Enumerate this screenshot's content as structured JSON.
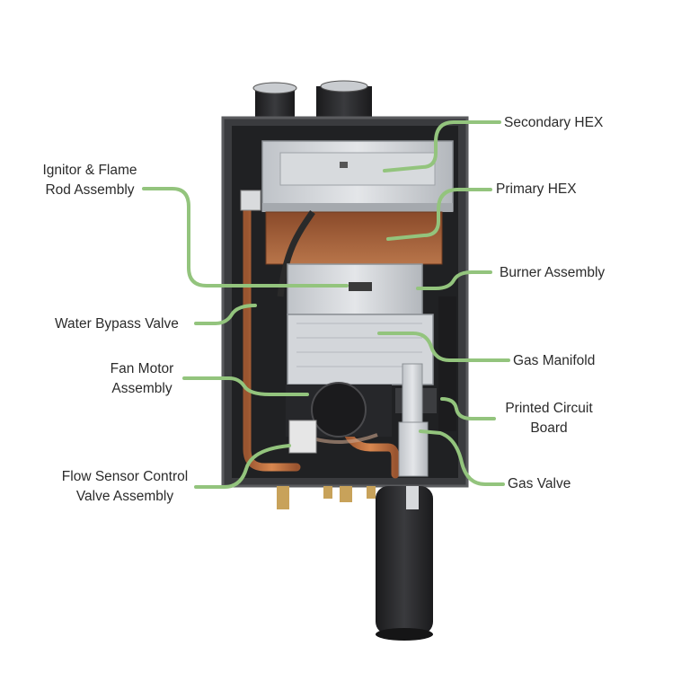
{
  "colors": {
    "leader": "#93c47d",
    "label_text": "#2b2b2b",
    "cabinet": "#2e2f31",
    "copper": "#b86a3e",
    "steel": "#c9ccd0"
  },
  "labels": {
    "secondary_hex": "Secondary HEX",
    "primary_hex": "Primary HEX",
    "burner_assembly": "Burner Assembly",
    "gas_manifold": "Gas Manifold",
    "printed_circuit_board": [
      "Printed Circuit",
      "Board"
    ],
    "gas_valve": "Gas Valve",
    "ignitor_flame_rod": [
      "Ignitor & Flame",
      "Rod Assembly"
    ],
    "water_bypass_valve": "Water Bypass Valve",
    "fan_motor_assembly": [
      "Fan Motor",
      "Assembly"
    ],
    "flow_sensor_control_valve": [
      "Flow Sensor Control",
      "Valve Assembly"
    ]
  }
}
